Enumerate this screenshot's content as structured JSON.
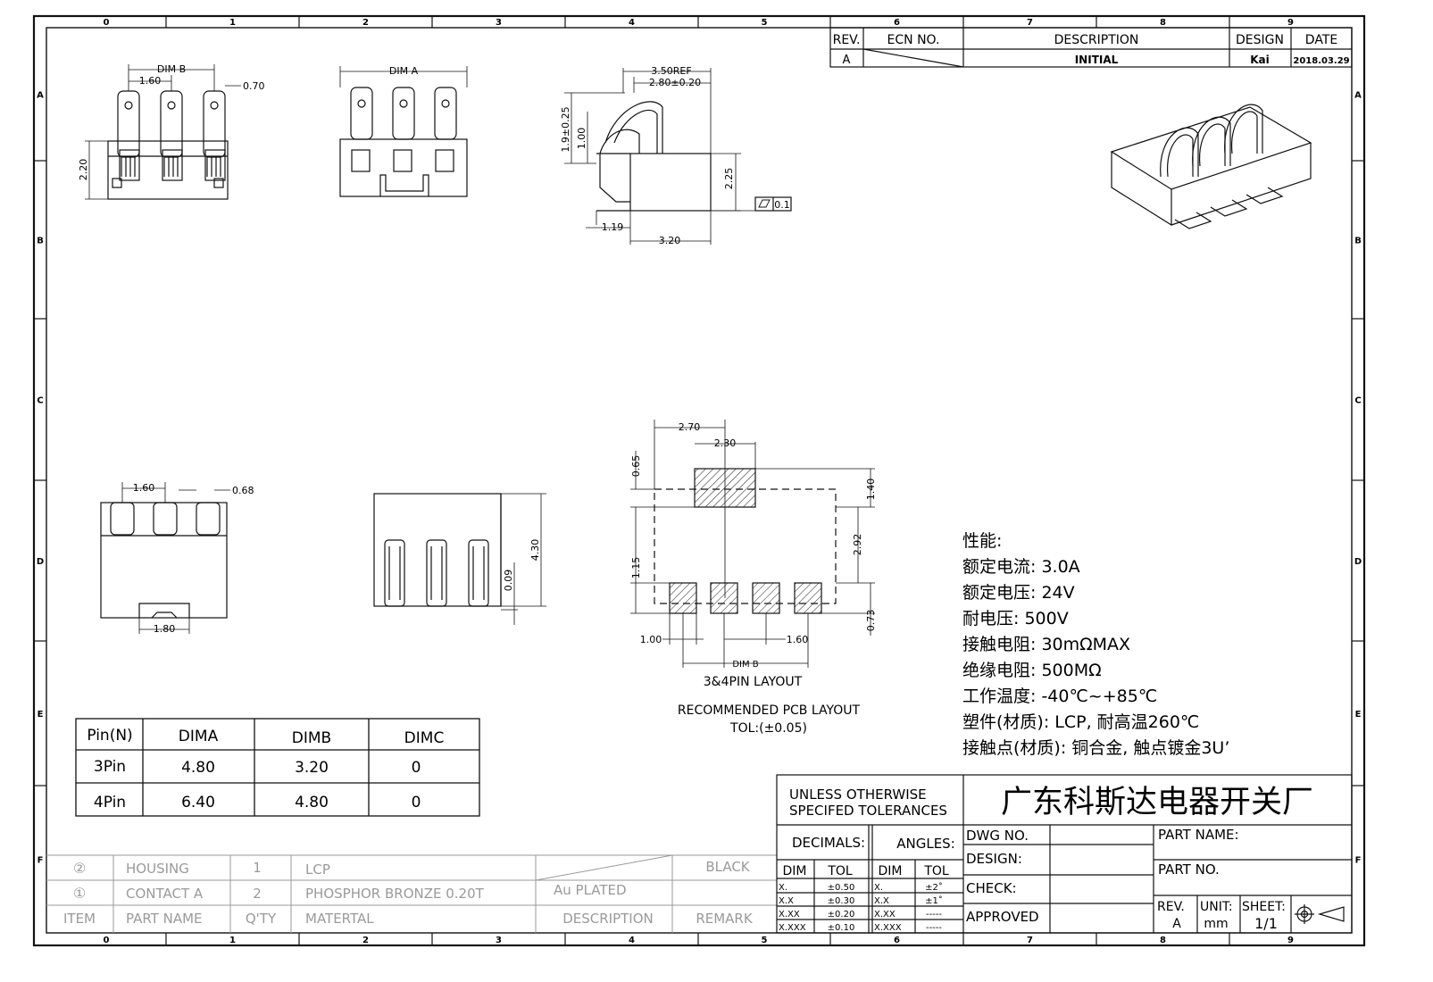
{
  "frame": {
    "columns": [
      "0",
      "1",
      "2",
      "3",
      "4",
      "5",
      "6",
      "7",
      "8",
      "9"
    ],
    "rows": [
      "A",
      "B",
      "C",
      "D",
      "E",
      "F"
    ]
  },
  "revision_block": {
    "headers": [
      "REV.",
      "ECN NO.",
      "DESCRIPTION",
      "DESIGN",
      "DATE"
    ],
    "row": {
      "rev": "A",
      "ecn": "",
      "description": "INITIAL",
      "design": "Kai",
      "date": "2018.03.29"
    }
  },
  "dimensions": {
    "dim_b": "DIM B",
    "dim_a": "DIM A",
    "p1_60": "1.60",
    "p0_70": "0.70",
    "h2_20": "2.20",
    "ref3_50": "3.50REF",
    "w2_80": "2.80±0.20",
    "v1_9": "1.9±0.25",
    "v1_00": "1.00",
    "h2_25": "2.25",
    "flat": "0.1",
    "b1_19": "1.19",
    "b3_20": "3.20",
    "p0_68": "0.68",
    "b1_80": "1.80",
    "h4_30": "4.30",
    "h0_09": "0.09",
    "pcb_2_70": "2.70",
    "pcb_2_30": "2.30",
    "pcb_0_65": "0.65",
    "pcb_1_40": "1.40",
    "pcb_2_92": "2.92",
    "pcb_1_15": "1.15",
    "pcb_0_73": "0.73",
    "pcb_1_00": "1.00",
    "pcb_1_60": "1.60",
    "pcb_dim_b": "DIM B"
  },
  "layout_notes": {
    "layout_title": "3&4PIN LAYOUT",
    "pcb_title": "RECOMMENDED PCB LAYOUT",
    "tolerance": "TOL:(±0.05)"
  },
  "specs": {
    "heading": "性能:",
    "lines": [
      "额定电流: 3.0A",
      "额定电压: 24V",
      "耐电压: 500V",
      "接触电阻: 30mΩMAX",
      "绝缘电阻: 500MΩ",
      "工作温度: -40℃~+85℃",
      "塑件(材质): LCP, 耐高温260℃",
      "接触点(材质): 铜合金, 触点镀金3U’"
    ]
  },
  "pin_table": {
    "headers": [
      "Pin(N)",
      "DIMA",
      "DIMB",
      "DIMC"
    ],
    "rows": [
      [
        "3Pin",
        "4.80",
        "3.20",
        "0"
      ],
      [
        "4Pin",
        "6.40",
        "4.80",
        "0"
      ]
    ]
  },
  "bom": {
    "rows": [
      {
        "item": "②",
        "name": "HOUSING",
        "qty": "1",
        "material": "LCP",
        "description": "",
        "remark": "BLACK"
      },
      {
        "item": "①",
        "name": "CONTACT A",
        "qty": "2",
        "material": "PHOSPHOR BRONZE 0.20T",
        "description": "Au PLATED",
        "remark": ""
      }
    ],
    "header": {
      "item": "ITEM",
      "name": "PART NAME",
      "qty": "Q'TY",
      "material": "MATERTAL",
      "description": "DESCRIPTION",
      "remark": "REMARK"
    }
  },
  "title_block": {
    "tolerance_note_1": "UNLESS OTHERWISE",
    "tolerance_note_2": "SPECIFED TOLERANCES",
    "company": "广东科斯达电器开关厂",
    "decimals": "DECIMALS:",
    "angles": "ANGLES:",
    "dim": "DIM",
    "tol": "TOL",
    "decimal_rows": [
      [
        "X.",
        "±0.50"
      ],
      [
        "X.X",
        "±0.30"
      ],
      [
        "X.XX",
        "±0.20"
      ],
      [
        "X.XXX",
        "±0.10"
      ]
    ],
    "angle_rows": [
      [
        "X.",
        "±2˚"
      ],
      [
        "X.X",
        "±1˚"
      ],
      [
        "X.XX",
        "-----"
      ],
      [
        "X.XXX",
        "-----"
      ]
    ],
    "dwg_no": "DWG NO.",
    "design": "DESIGN:",
    "check": "CHECK:",
    "approved": "APPROVED",
    "part_name": "PART NAME:",
    "part_no": "PART NO.",
    "rev_label": "REV.",
    "rev_value": "A",
    "unit_label": "UNIT:",
    "unit_value": "mm",
    "sheet_label": "SHEET:",
    "sheet_value": "1/1"
  },
  "colors": {
    "line": "#111111",
    "faint": "#9a9a9a",
    "paper": "#ffffff"
  }
}
